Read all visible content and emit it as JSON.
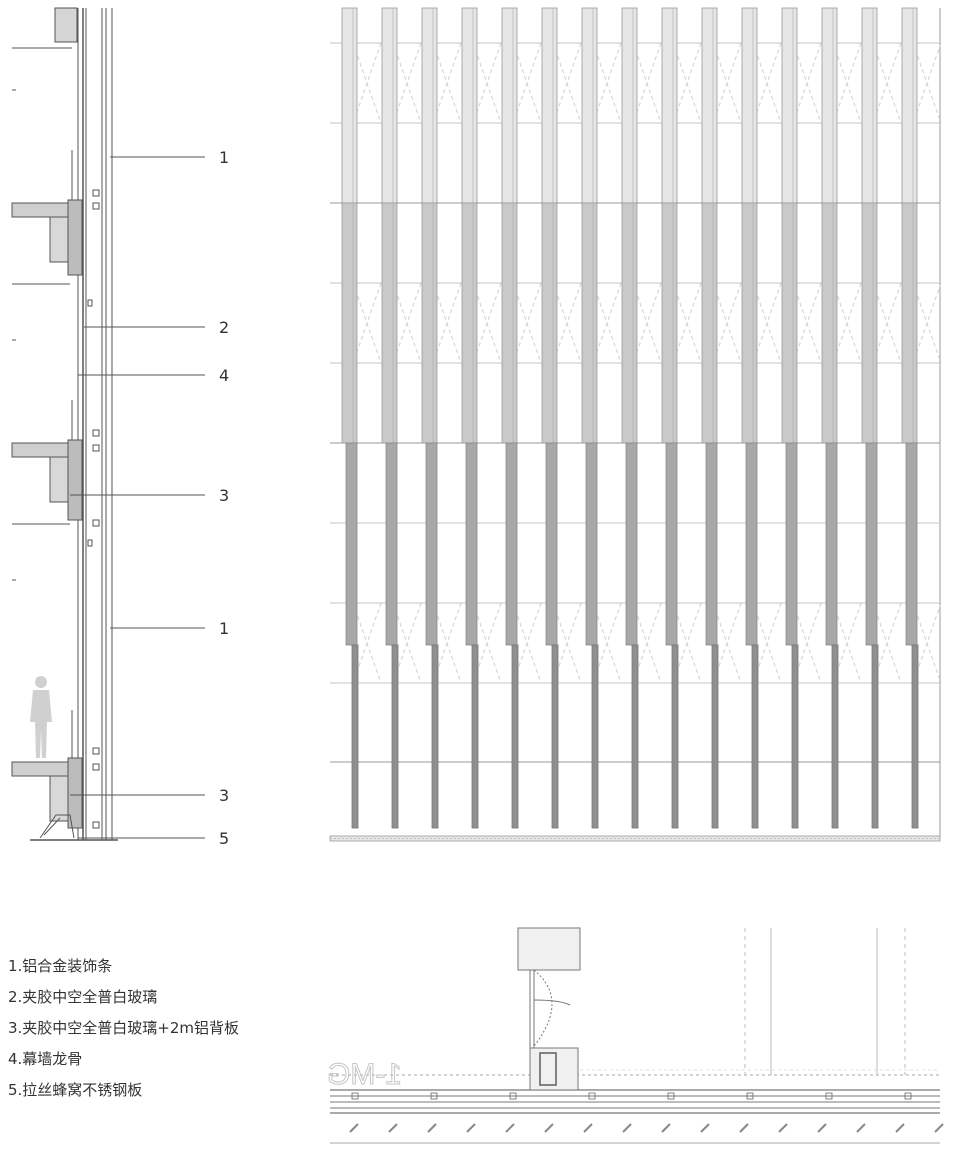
{
  "section_callouts": [
    {
      "label": "1"
    },
    {
      "label": "2"
    },
    {
      "label": "4"
    },
    {
      "label": "3"
    },
    {
      "label": "1"
    },
    {
      "label": "3"
    },
    {
      "label": "5"
    }
  ],
  "legend": [
    "1.铝合金装饰条",
    "2.夹胶中空全普白玻璃",
    "3.夹胶中空全普白玻璃+2m铝背板",
    "4.幕墙龙骨",
    "5.拉丝蜂窝不锈钢板"
  ],
  "plan_grid_label": "1-MG",
  "colors": {
    "line": "#555555",
    "fin_light": "#e6e6e6",
    "fin_mid": "#c9c9c9",
    "fin_dark": "#8f8f8f",
    "slab": "#c8c8c8"
  }
}
